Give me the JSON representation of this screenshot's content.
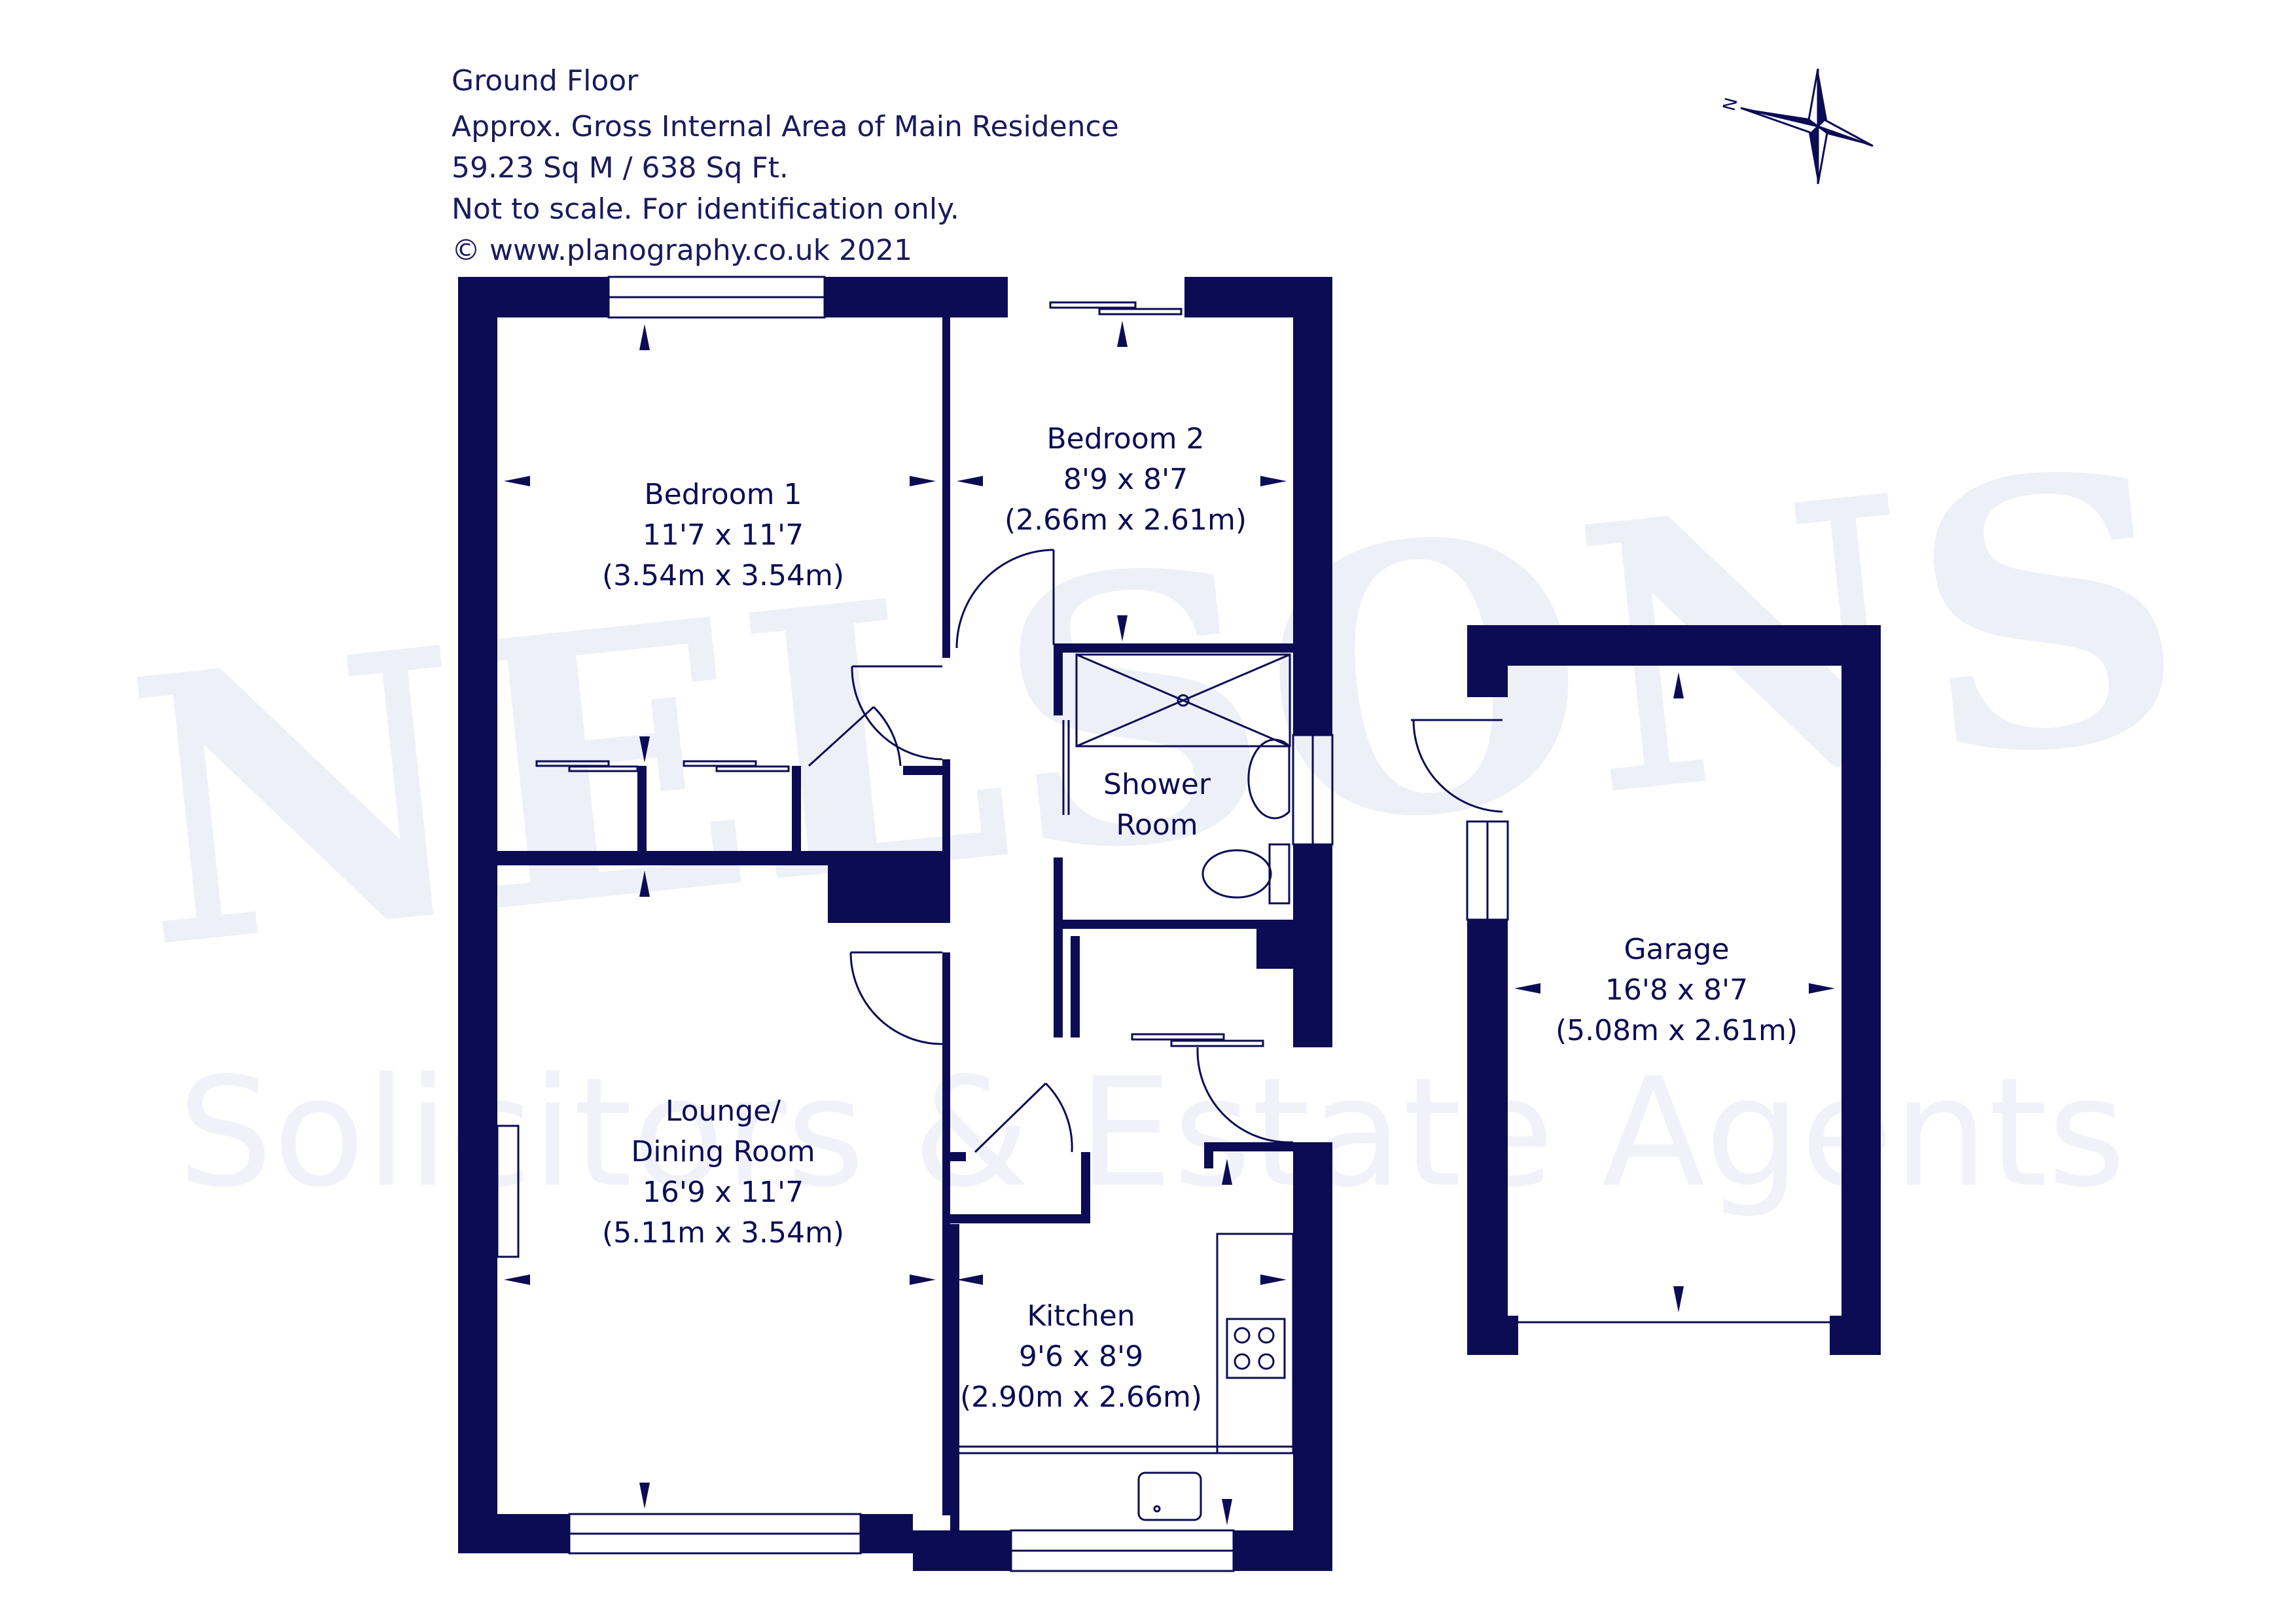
{
  "header": {
    "floor": "Ground Floor",
    "area_title": "Approx. Gross Internal Area of Main Residence",
    "area_value": "59.23 Sq M / 638 Sq Ft.",
    "disclaimer": "Not to scale. For identification only.",
    "copyright": "© www.planography.co.uk 2021"
  },
  "compass": {
    "label": "N"
  },
  "watermark": {
    "brand": "NELSONS",
    "tagline": "Solicitors & Estate Agents"
  },
  "rooms": {
    "bedroom1": {
      "name": "Bedroom 1",
      "imperial": "11'7 x 11'7",
      "metric": "(3.54m x 3.54m)"
    },
    "bedroom2": {
      "name": "Bedroom 2",
      "imperial": "8'9 x 8'7",
      "metric": "(2.66m x 2.61m)"
    },
    "shower": {
      "name1": "Shower",
      "name2": "Room"
    },
    "lounge": {
      "name1": "Lounge/",
      "name2": "Dining Room",
      "imperial": "16'9 x 11'7",
      "metric": "(5.11m x 3.54m)"
    },
    "kitchen": {
      "name": "Kitchen",
      "imperial": "9'6 x 8'9",
      "metric": "(2.90m x 2.66m)"
    },
    "garage": {
      "name": "Garage",
      "imperial": "16'8 x 8'7",
      "metric": "(5.08m x 2.61m)"
    }
  },
  "colors": {
    "wall": "#0c0c55",
    "watermark": "#eef0f8"
  }
}
